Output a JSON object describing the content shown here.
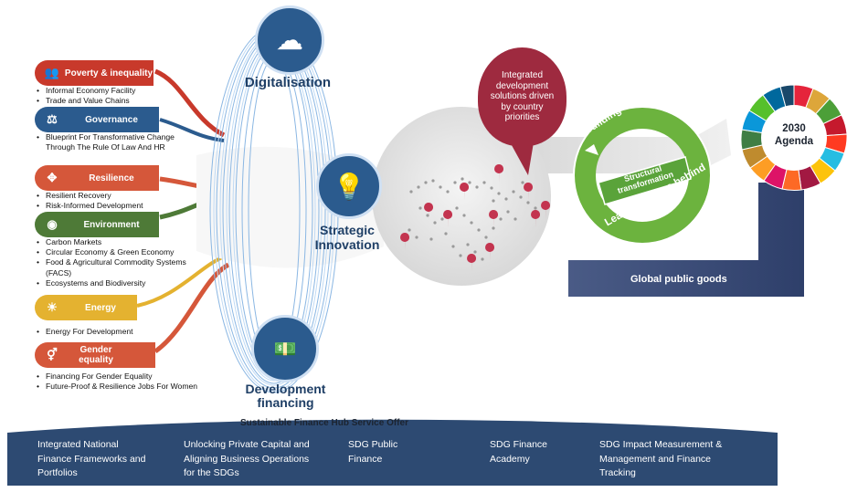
{
  "themes": [
    {
      "id": "poverty",
      "label": "Poverty & inequality",
      "icon": "people-group-icon",
      "color": "#c8392b",
      "bullets": [
        "Informal Economy Facility",
        "Trade and Value Chains"
      ]
    },
    {
      "id": "governance",
      "label": "Governance",
      "icon": "gavel-icon",
      "color": "#2b5b8e",
      "bullets": [
        "Blueprint For Transformative Change Through The Rule Of Law And HR"
      ]
    },
    {
      "id": "resilience",
      "label": "Resilience",
      "icon": "resilience-icon",
      "color": "#d5573a",
      "bullets": [
        "Resilient Recovery",
        "Risk-Informed Development"
      ]
    },
    {
      "id": "environment",
      "label": "Environment",
      "icon": "eye-leaf-icon",
      "color": "#4e7a37",
      "bullets": [
        "Carbon Markets",
        "Circular Economy & Green Economy",
        "Food & Agricultural Commodity Systems (FACS)",
        "Ecosystems and Biodiversity"
      ]
    },
    {
      "id": "energy",
      "label": "Energy",
      "icon": "sun-icon",
      "color": "#e4b230",
      "bullets": [
        "Energy For Development"
      ]
    },
    {
      "id": "gender",
      "label": "Gender equality",
      "icon": "gender-icon",
      "color": "#d5573a",
      "bullets": [
        "Financing For Gender Equality",
        "Future-Proof & Resilience Jobs For Women"
      ]
    }
  ],
  "pillars": {
    "digitalisation": "Digitalisation",
    "strategic_innovation": "Strategic Innovation",
    "development_financing": "Development financing"
  },
  "globe": {
    "bubble": "Integrated development solutions driven by country priorities"
  },
  "ring": {
    "top": "Building resilience",
    "bottom": "Leaving no one behind",
    "center": "Structural transformation"
  },
  "agenda": {
    "label": "2030 Agenda"
  },
  "global_public_goods": "Global public goods",
  "services": {
    "title": "Sustainable Finance Hub Service Offer",
    "items": [
      "Integrated National Finance Frameworks and Portfolios",
      "Unlocking Private Capital and Aligning Business Operations for the SDGs",
      "SDG Public Finance",
      "SDG Finance Academy",
      "SDG Impact Measurement & Management and Finance Tracking"
    ]
  },
  "colors": {
    "navy": "#2d4a72",
    "pillar_text": "#1f3f66",
    "ring_green": "#6cb33e",
    "bubble": "#9e2a3f"
  }
}
